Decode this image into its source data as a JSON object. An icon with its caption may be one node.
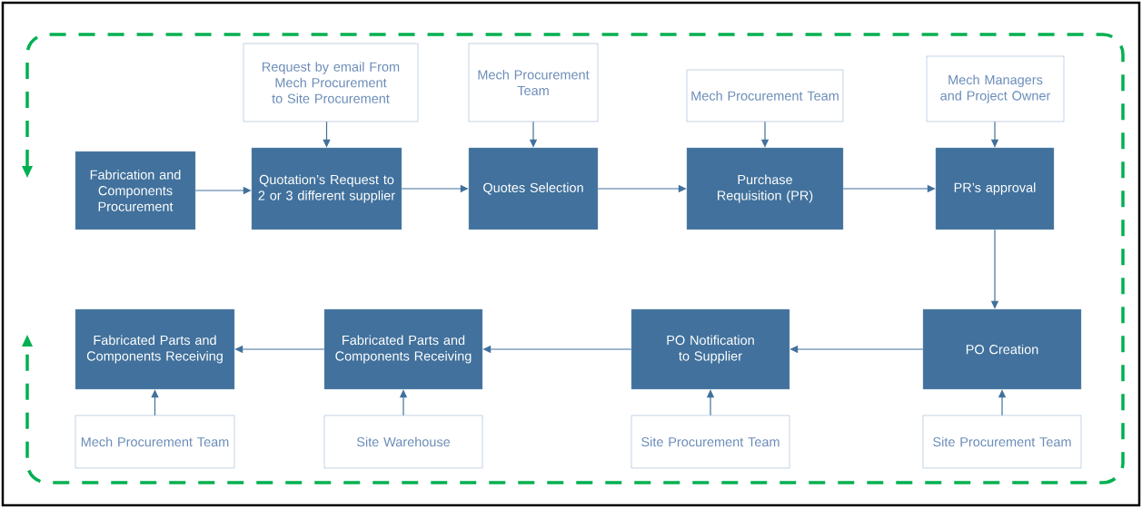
{
  "diagram": {
    "nodes": [
      {
        "text": [
          "Fabrication and Components Procurement"
        ]
      },
      {
        "text": [
          "Quotation’s Request to 2 or 3 different supplier"
        ]
      },
      {
        "text": [
          "Quotes Selection"
        ]
      },
      {
        "text": [
          "Purchase Requisition (PR)"
        ]
      },
      {
        "text": [
          "PR’s approval"
        ]
      },
      {
        "text": [
          "Request by email From Mech Procurement to Site Procurement"
        ]
      },
      {
        "text": [
          "Mech Procurement Team"
        ]
      },
      {
        "text": [
          "Mech Procurement Team"
        ]
      },
      {
        "text": [
          "Mech Managers and Project Owner"
        ]
      },
      {
        "text": [
          "PO Creation"
        ]
      },
      {
        "text": [
          "PO Notification to Supplier"
        ]
      },
      {
        "text": [
          "Fabricated Parts and Components Receiving"
        ]
      },
      {
        "text": [
          "Fabricated Parts and Components Receiving"
        ]
      },
      {
        "text": [
          "Mech Procurement Team"
        ]
      },
      {
        "text": [
          "Site Warehouse"
        ]
      },
      {
        "text": [
          "Site Procurement Team"
        ]
      },
      {
        "text": [
          "Site Procurement Team"
        ]
      }
    ],
    "edges": [
      {
        "from": 0,
        "to": 1,
        "arrow": "to"
      },
      {
        "from": 1,
        "to": 2,
        "arrow": "to"
      },
      {
        "from": 2,
        "to": 3,
        "arrow": "to"
      },
      {
        "from": 3,
        "to": 4,
        "arrow": "to"
      },
      {
        "from": 5,
        "to": 1,
        "arrow": "to"
      },
      {
        "from": 6,
        "to": 2,
        "arrow": "to"
      },
      {
        "from": 7,
        "to": 3,
        "arrow": "to"
      },
      {
        "from": 8,
        "to": 4,
        "arrow": "to"
      },
      {
        "from": 4,
        "to": 9,
        "arrow": "to"
      },
      {
        "from": 9,
        "to": 10,
        "arrow": "to"
      },
      {
        "from": 10,
        "to": 11,
        "arrow": "to"
      },
      {
        "from": 11,
        "to": 12,
        "arrow": "to"
      },
      {
        "from": 13,
        "to": 12,
        "arrow": "to"
      },
      {
        "from": 14,
        "to": 11,
        "arrow": "to"
      },
      {
        "from": 15,
        "to": 10,
        "arrow": "to"
      },
      {
        "from": 16,
        "to": 9,
        "arrow": "to"
      }
    ]
  }
}
